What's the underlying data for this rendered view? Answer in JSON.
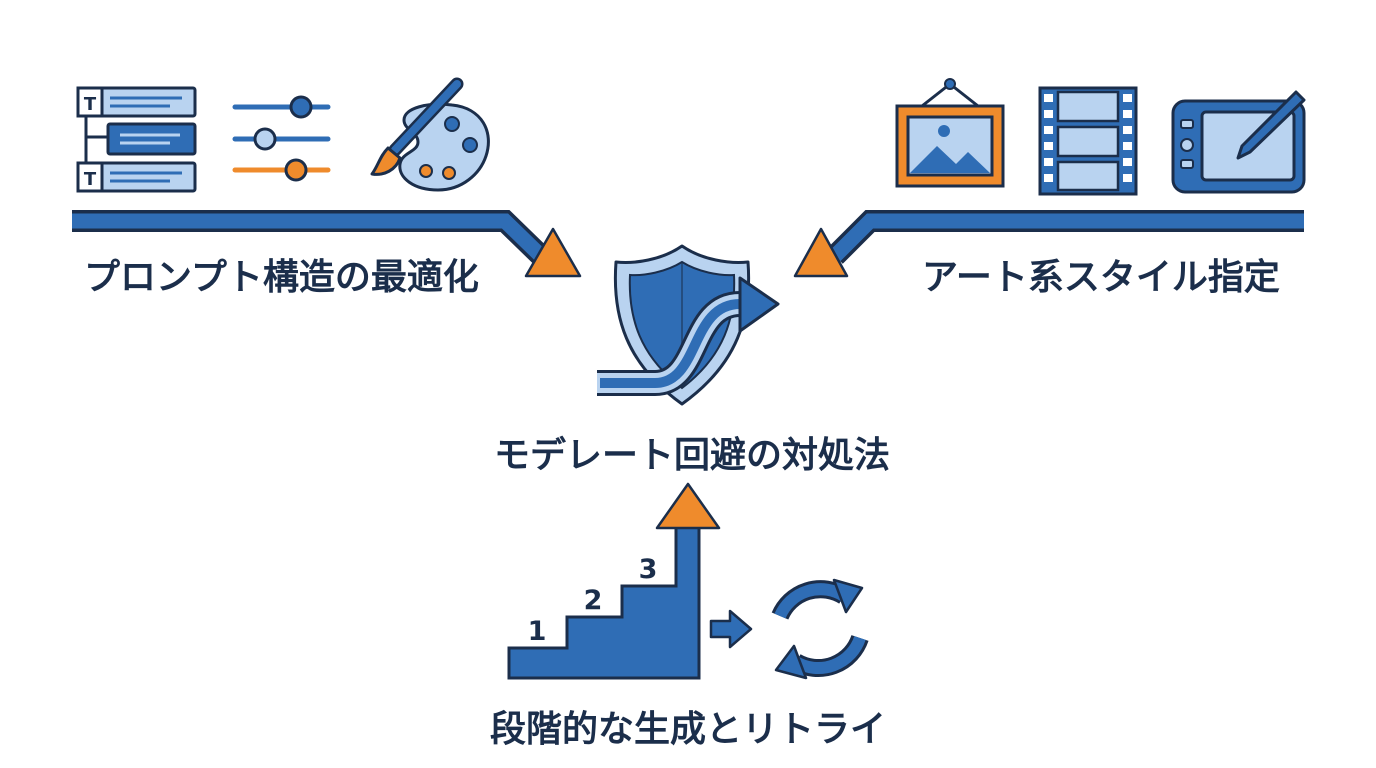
{
  "labels": {
    "prompt_structure": "プロンプト構造の最適化",
    "art_style": "アート系スタイル指定",
    "moderation_workaround": "モデレート回避の対処法",
    "stepwise_retry": "段階的な生成とリトライ"
  },
  "icons": {
    "left_group": [
      "text-blocks-icon",
      "sliders-icon",
      "paint-palette-icon"
    ],
    "right_group": [
      "framed-picture-icon",
      "film-strip-icon",
      "drawing-tablet-icon"
    ],
    "center": "shield-arrow-icon",
    "bottom": [
      "stairs-arrow-icon",
      "arrow-right-icon",
      "refresh-cycle-icon"
    ]
  },
  "steps": [
    "1",
    "2",
    "3"
  ],
  "text_block_marks": [
    "T",
    "T"
  ],
  "colors": {
    "primary_blue": "#2f6db5",
    "dark_navy": "#1b2e4b",
    "light_blue": "#b9d3f0",
    "accent_orange": "#ef8b2c"
  }
}
